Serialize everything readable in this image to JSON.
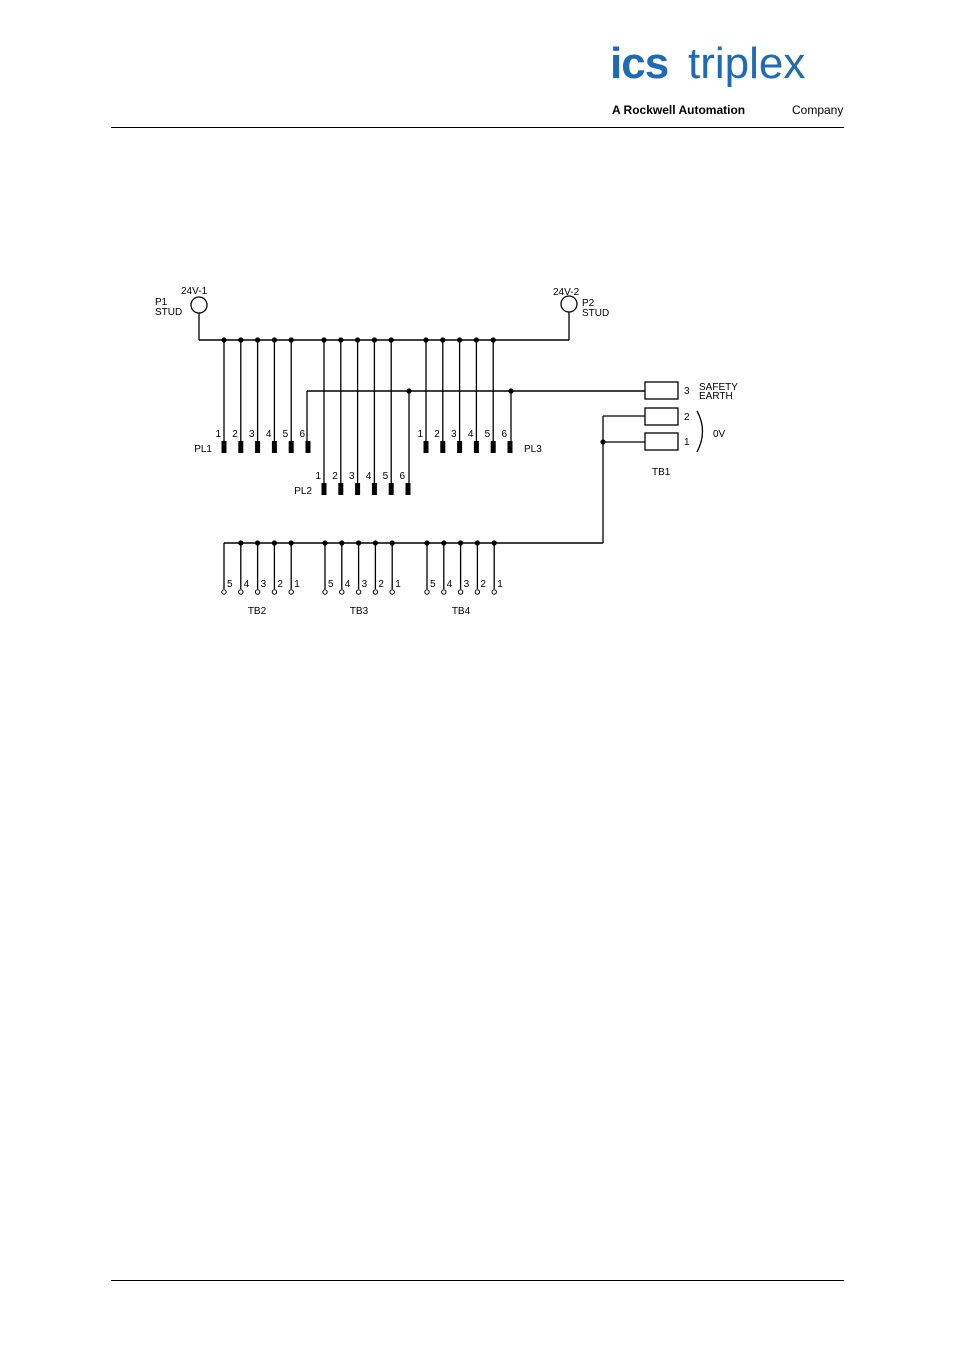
{
  "header": {
    "logo_primary": "ics",
    "logo_secondary": "triplex",
    "logo_tagline_lead": "A Rockwell Automation",
    "logo_tagline_tail": "Company",
    "brand_color": "#1e6ab4"
  },
  "diagram": {
    "studs": [
      {
        "voltage": "24V-1",
        "name": "P1",
        "type": "STUD"
      },
      {
        "voltage": "24V-2",
        "name": "P2",
        "type": "STUD"
      }
    ],
    "plugs": [
      {
        "name": "PL1",
        "pins": [
          "1",
          "2",
          "3",
          "4",
          "5",
          "6"
        ]
      },
      {
        "name": "PL2",
        "pins": [
          "1",
          "2",
          "3",
          "4",
          "5",
          "6"
        ]
      },
      {
        "name": "PL3",
        "pins": [
          "1",
          "2",
          "3",
          "4",
          "5",
          "6"
        ]
      }
    ],
    "tb1": {
      "name": "TB1",
      "terminals": [
        {
          "number": "3",
          "label_line1": "SAFETY",
          "label_line2": "EARTH"
        },
        {
          "number": "2"
        },
        {
          "number": "1"
        }
      ],
      "group_label": "0V"
    },
    "terminal_blocks": [
      {
        "name": "TB2",
        "terminals": [
          "5",
          "4",
          "3",
          "2",
          "1"
        ]
      },
      {
        "name": "TB3",
        "terminals": [
          "5",
          "4",
          "3",
          "2",
          "1"
        ]
      },
      {
        "name": "TB4",
        "terminals": [
          "5",
          "4",
          "3",
          "2",
          "1"
        ]
      }
    ]
  }
}
